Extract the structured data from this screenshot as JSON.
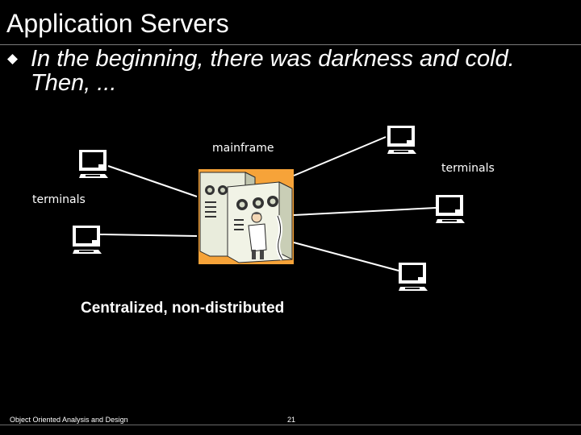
{
  "slide": {
    "title": "Application Servers",
    "bullet": "In the beginning, there was darkness and cold. Then, ...",
    "labels": {
      "mainframe": "mainframe",
      "terminals_right": "terminals",
      "terminals_left": "terminals"
    },
    "caption": "Centralized, non-distributed",
    "footer": {
      "course": "Object Oriented Analysis and Design",
      "page_number": "21"
    }
  },
  "icons": {
    "bullet": "diamond-bullet-icon",
    "terminal": "computer-terminal-icon",
    "mainframe": "mainframe-operator-clipart"
  },
  "colors": {
    "background": "#000000",
    "text": "#ffffff",
    "mainframe_background": "#f6a339",
    "connector_lines": "#ffffff"
  }
}
